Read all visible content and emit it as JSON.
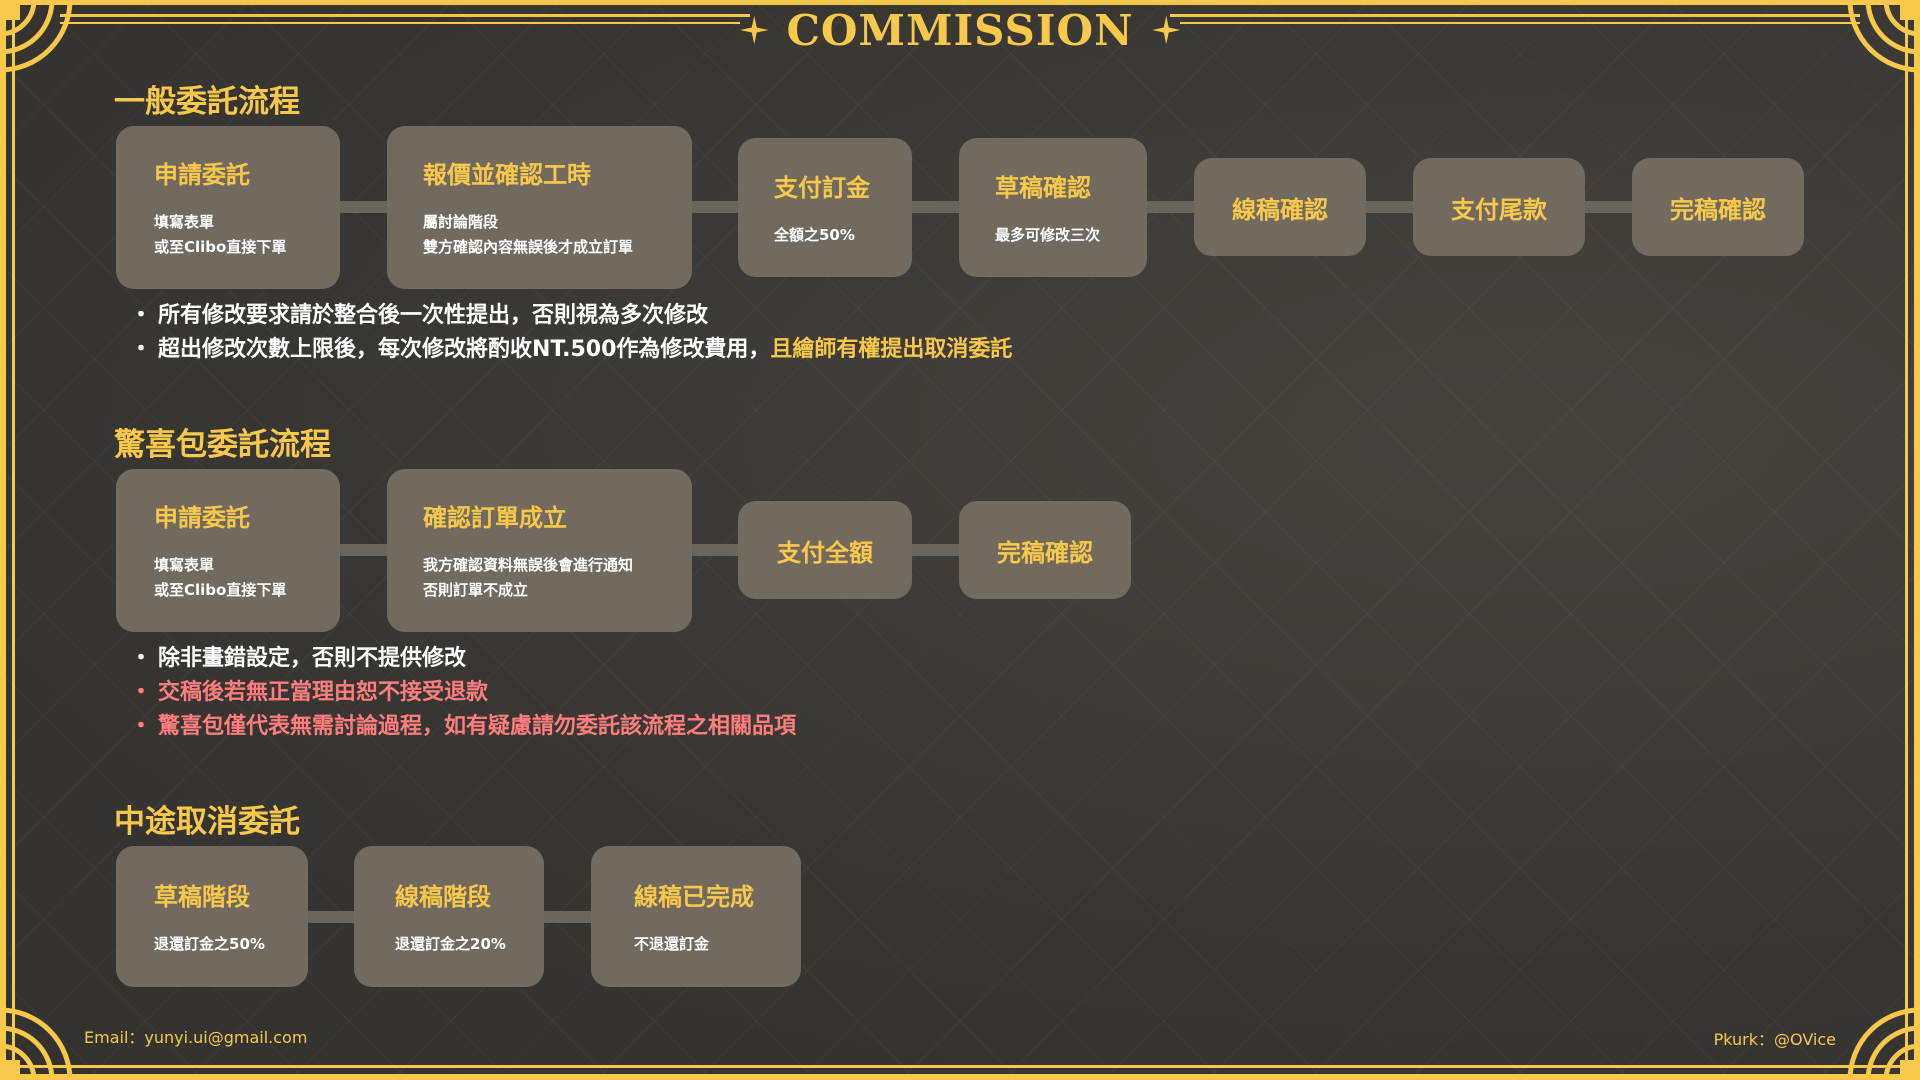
{
  "header": {
    "title": "COMMISSION"
  },
  "sections": {
    "general": {
      "title": "一般委託流程",
      "steps": [
        {
          "title": "申請委託",
          "sub": [
            "填寫表單",
            "或至Clibo直接下單"
          ]
        },
        {
          "title": "報價並確認工時",
          "sub": [
            "屬討論階段",
            "雙方確認內容無誤後才成立訂單"
          ]
        },
        {
          "title": "支付訂金",
          "sub": [
            "全額之50%"
          ]
        },
        {
          "title": "草稿確認",
          "sub": [
            "最多可修改三次"
          ]
        },
        {
          "title": "線稿確認"
        },
        {
          "title": "支付尾款"
        },
        {
          "title": "完稿確認"
        }
      ],
      "notes": [
        {
          "bullet": "・",
          "text": "所有修改要求請於整合後一次性提出，否則視為多次修改"
        },
        {
          "bullet": "・",
          "text": "超出修改次數上限後，每次修改將酌收NT.500作為修改費用，",
          "highlight": "且繪師有權提出取消委託"
        }
      ]
    },
    "surprise": {
      "title": "驚喜包委託流程",
      "steps": [
        {
          "title": "申請委託",
          "sub": [
            "填寫表單",
            "或至Clibo直接下單"
          ]
        },
        {
          "title": "確認訂單成立",
          "sub": [
            "我方確認資料無誤後會進行通知",
            "否則訂單不成立"
          ]
        },
        {
          "title": "支付全額"
        },
        {
          "title": "完稿確認"
        }
      ],
      "notes": [
        {
          "bullet": "・",
          "text": "除非畫錯設定，否則不提供修改"
        },
        {
          "bullet": "・",
          "text": "交稿後若無正當理由恕不接受退款"
        },
        {
          "bullet": "・",
          "text": "驚喜包僅代表無需討論過程，如有疑慮請勿委託該流程之相關品項"
        }
      ]
    },
    "cancel": {
      "title": "中途取消委託",
      "steps": [
        {
          "title": "草稿階段",
          "sub": [
            "退還訂金之50%"
          ]
        },
        {
          "title": "線稿階段",
          "sub": [
            "退還訂金之20%"
          ]
        },
        {
          "title": "線稿已完成",
          "sub": [
            "不退還訂金"
          ]
        }
      ]
    }
  },
  "footer": {
    "email": "Email：yunyi.ui@gmail.com",
    "plurk": "Pkurk：@OVice"
  },
  "colors": {
    "gold": "#f7c84a",
    "box": "#726a5f",
    "warning": "#ff7d7d",
    "background": "#3a3835"
  }
}
